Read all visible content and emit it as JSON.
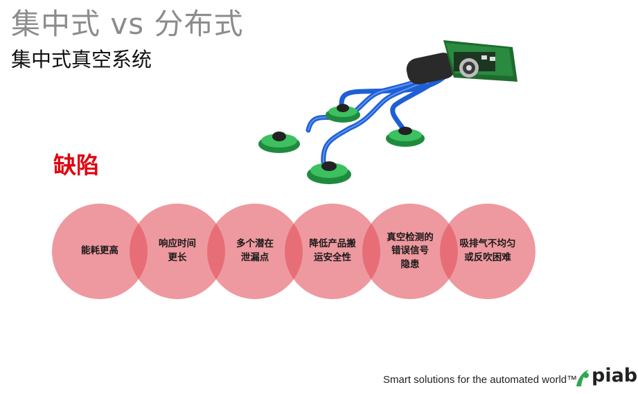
{
  "header": {
    "title": "集中式 vs 分布式",
    "subtitle": "集中式真空系统"
  },
  "defects": {
    "heading": "缺陷",
    "items": [
      {
        "label": "能耗更高"
      },
      {
        "label": "响应时间\n更长"
      },
      {
        "label": "多个潜在\n泄漏点"
      },
      {
        "label": "降低产品搬\n运安全性"
      },
      {
        "label": "真空检测的\n错误信号\n隐患"
      },
      {
        "label": "吸排气不均匀\n或反吹困难"
      }
    ]
  },
  "footer": {
    "tagline": "Smart solutions for the automated world™",
    "logo_text": "piab"
  },
  "colors": {
    "accent_red": "#e2000f",
    "circle_fill": "#e2505a",
    "cup_green": "#2fa84f",
    "hose_blue": "#1f5fd6"
  }
}
